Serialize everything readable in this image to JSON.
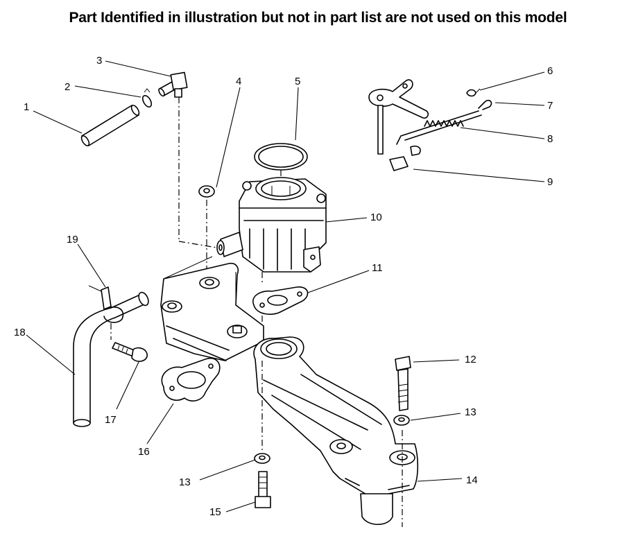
{
  "header": {
    "title": "Part Identified in illustration but not in part list are not used on this model"
  },
  "callouts": [
    {
      "id": "c1",
      "label": "1"
    },
    {
      "id": "c2",
      "label": "2"
    },
    {
      "id": "c3",
      "label": "3"
    },
    {
      "id": "c4",
      "label": "4"
    },
    {
      "id": "c5",
      "label": "5"
    },
    {
      "id": "c6",
      "label": "6"
    },
    {
      "id": "c7",
      "label": "7"
    },
    {
      "id": "c8",
      "label": "8"
    },
    {
      "id": "c9",
      "label": "9"
    },
    {
      "id": "c10",
      "label": "10"
    },
    {
      "id": "c11",
      "label": "11"
    },
    {
      "id": "c12",
      "label": "12"
    },
    {
      "id": "c13a",
      "label": "13"
    },
    {
      "id": "c13b",
      "label": "13"
    },
    {
      "id": "c14",
      "label": "14"
    },
    {
      "id": "c15",
      "label": "15"
    },
    {
      "id": "c16",
      "label": "16"
    },
    {
      "id": "c17",
      "label": "17"
    },
    {
      "id": "c18",
      "label": "18"
    },
    {
      "id": "c19",
      "label": "19"
    }
  ]
}
